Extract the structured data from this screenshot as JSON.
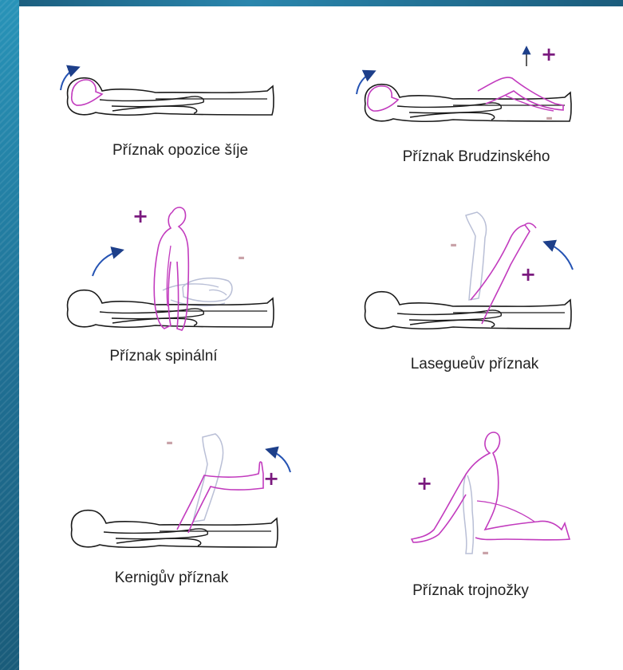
{
  "signs": {
    "plus": "+",
    "minus": "-"
  },
  "captions": [
    "Příznak opozice šíje",
    "Příznak Brudzinského",
    "Příznak spinální",
    "Lasegueův příznak",
    "Kernigův příznak",
    "Příznak trojnožky"
  ],
  "colors": {
    "outline": "#1a1a1a",
    "positive": "#c23bbe",
    "negative": "#b9bfd6",
    "plus_sign": "#7a1a7e",
    "minus_sign": "#c9a2a8",
    "arrow": "#2553b3",
    "frame": "#2486ad"
  }
}
